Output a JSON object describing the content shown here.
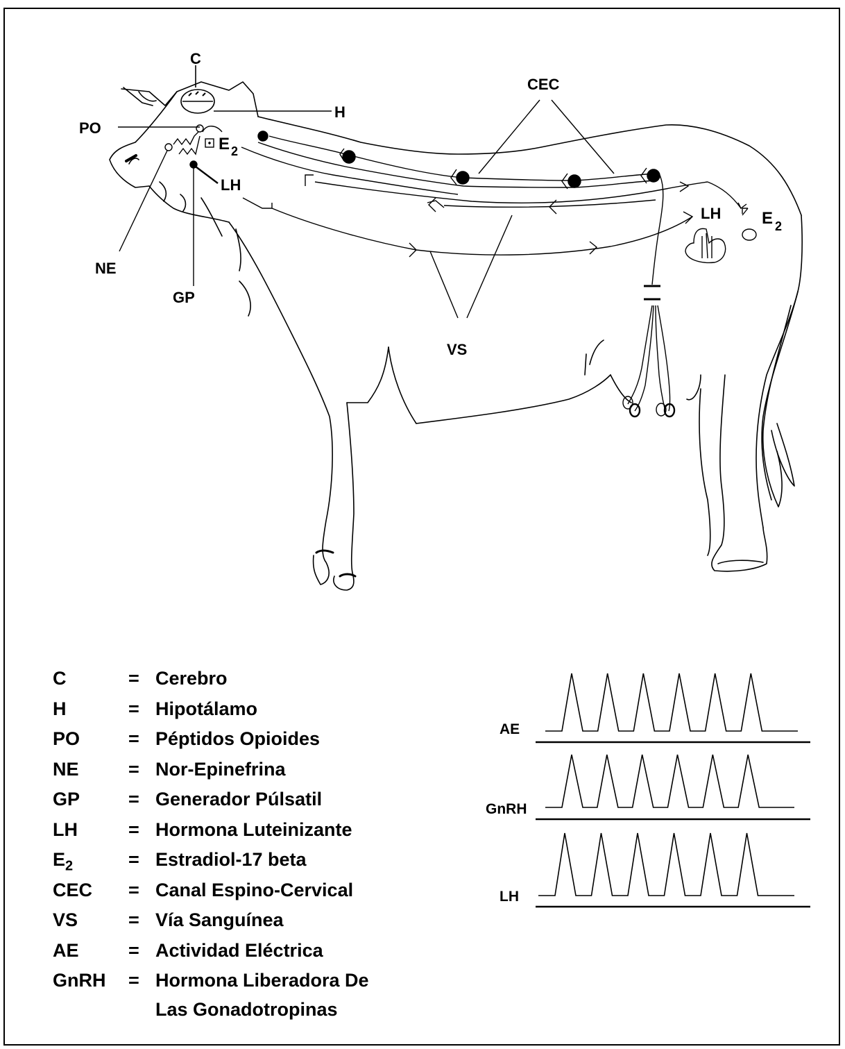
{
  "diagram": {
    "labels": {
      "c": "C",
      "h": "H",
      "po": "PO",
      "e2_head": "E",
      "e2_head_sub": "2",
      "lh_head": "LH",
      "ne": "NE",
      "gp": "GP",
      "cec": "CEC",
      "vs": "VS",
      "lh_ovary": "LH",
      "e2_ovary": "E",
      "e2_ovary_sub": "2"
    }
  },
  "legend": {
    "items": [
      {
        "abbr": "C",
        "eq": "=",
        "def": "Cerebro"
      },
      {
        "abbr": "H",
        "eq": "=",
        "def": "Hipotálamo"
      },
      {
        "abbr": "PO",
        "eq": "=",
        "def": "Péptidos Opioides"
      },
      {
        "abbr": "NE",
        "eq": "=",
        "def": "Nor-Epinefrina"
      },
      {
        "abbr": "GP",
        "eq": "=",
        "def": "Generador Púlsatil"
      },
      {
        "abbr": "LH",
        "eq": "=",
        "def": "Hormona Luteinizante"
      },
      {
        "abbr": "E",
        "abbr_sub": "2",
        "eq": "=",
        "def": "Estradiol-17 beta"
      },
      {
        "abbr": "CEC",
        "eq": "=",
        "def": "Canal Espino-Cervical"
      },
      {
        "abbr": "VS",
        "eq": "=",
        "def": "Vía Sanguínea"
      },
      {
        "abbr": "AE",
        "eq": "=",
        "def": "Actividad  Eléctrica"
      },
      {
        "abbr": "GnRH",
        "eq": "=",
        "def": "Hormona Liberadora De",
        "def_line2": "Las Gonadotropinas"
      }
    ]
  },
  "pulse_traces": [
    {
      "label": "AE",
      "pulses": 6
    },
    {
      "label": "GnRH",
      "pulses": 6
    },
    {
      "label": "LH",
      "pulses": 6
    }
  ]
}
